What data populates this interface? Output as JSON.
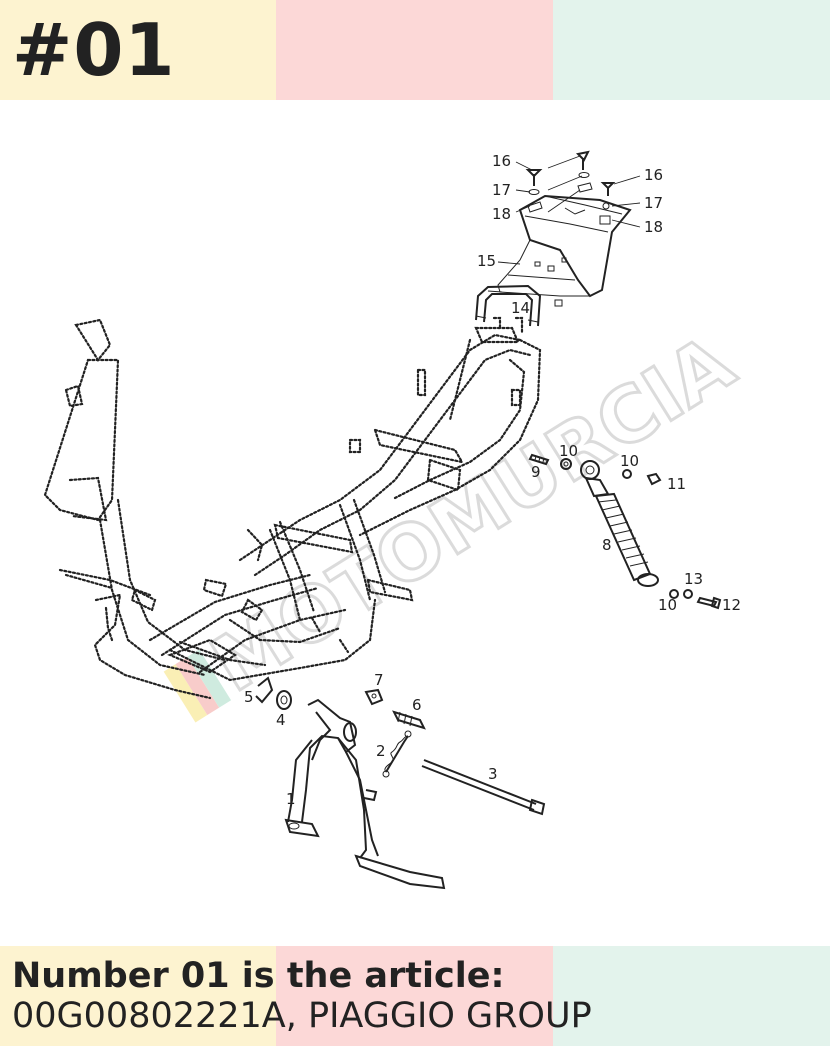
{
  "header": {
    "item_number": "#01",
    "band_colors": [
      "#fdf3d0",
      "#fcd8d7",
      "#e3f3ec"
    ]
  },
  "footer": {
    "line1": "Number 01 is the article:",
    "line2": "00G00802221A, PIAGGIO GROUP"
  },
  "watermark": {
    "text": "MOTOMURCIA"
  },
  "diagram": {
    "callouts": [
      "1",
      "2",
      "3",
      "4",
      "5",
      "6",
      "7",
      "8",
      "9",
      "10",
      "10",
      "10",
      "11",
      "12",
      "13",
      "14",
      "15",
      "16",
      "16",
      "17",
      "17",
      "18",
      "18"
    ]
  }
}
